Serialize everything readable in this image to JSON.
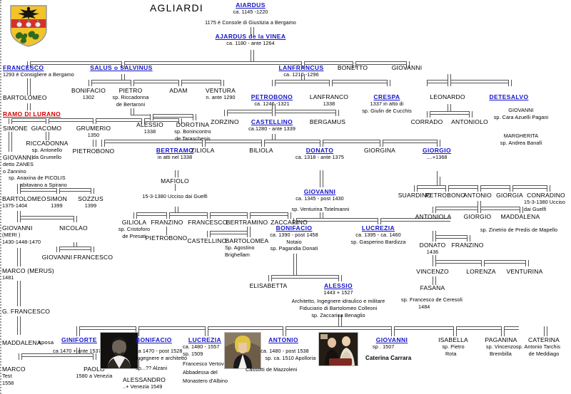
{
  "document": {
    "title": "AGLIARDI",
    "crest_alt": "agliardi-coat-of-arms",
    "colors": {
      "name_link": "#1414c8",
      "branch_label": "#d00000",
      "text": "#000000",
      "line": "#555555"
    }
  },
  "crest": {
    "field_color": "#f2c42a",
    "band_color": "#d6302a",
    "eagle_color": "#1a1a1a",
    "charge_color": "#e8e8e8",
    "vine_color": "#3a7a26",
    "name": "coat-of-arms-agliardi"
  },
  "people": [
    {
      "id": "aiardus",
      "name": "AIARDUS",
      "style": "blue",
      "lines": [
        "ca. 1145 -1220",
        "1175 è  Console di Giustizia a Bergamo"
      ]
    },
    {
      "id": "ajardus-vinea",
      "name": "AJARDUS  de la VINEA",
      "style": "blue",
      "lines": [
        "ca. 1180 - ante 1264"
      ]
    },
    {
      "id": "francesco",
      "name": "FRANCESCO",
      "style": "blue",
      "lines": [
        "1293 è Consigliere a Bergamo"
      ]
    },
    {
      "id": "bartolomeo-1",
      "name": "BARTOLOMEO",
      "style": "plain",
      "lines": []
    },
    {
      "id": "ramo-di-lurano",
      "name": "RAMO DI LURANO",
      "style": "red",
      "lines": []
    },
    {
      "id": "simone",
      "name": "SIMONE",
      "style": "plain",
      "lines": []
    },
    {
      "id": "giacomo",
      "name": "GIACOMO",
      "style": "plain",
      "lines": []
    },
    {
      "id": "riccadonna",
      "name": "RICCADONNA",
      "style": "plain",
      "lines": [
        "sp.  Antonello",
        "da Grumello"
      ]
    },
    {
      "id": "grumerio",
      "name": "GRUMERIO",
      "style": "plain",
      "lines": [
        "1350"
      ]
    },
    {
      "id": "pietrobono-1",
      "name": "PIETROBONO",
      "style": "plain",
      "lines": []
    },
    {
      "id": "giovanni-zanes",
      "name": "GIOVANNI",
      "style": "plain",
      "lines": [
        "detto ZANES",
        "o Zannino",
        "sp.  Anaxina de PICOLIS",
        "abitavano a Spirano"
      ]
    },
    {
      "id": "bartolomeo-2",
      "name": "BARTOLOMEO",
      "style": "plain",
      "lines": [
        "1375-1404"
      ]
    },
    {
      "id": "simon",
      "name": "SIMON",
      "style": "plain",
      "lines": [
        "1399"
      ]
    },
    {
      "id": "sozzus",
      "name": "SOZZUS",
      "style": "plain",
      "lines": [
        "1399"
      ]
    },
    {
      "id": "giovanni-meri",
      "name": "GIOVANNI",
      "style": "plain",
      "lines": [
        "(MERI )",
        "1430-1448-1470"
      ]
    },
    {
      "id": "nicolao",
      "name": "NICOLAO",
      "style": "plain",
      "lines": []
    },
    {
      "id": "giovanni-2",
      "name": "GIOVANNI",
      "style": "plain",
      "lines": []
    },
    {
      "id": "francesco-2",
      "name": "FRANCESCO",
      "style": "plain",
      "lines": []
    },
    {
      "id": "marco-merus",
      "name": "MARCO (MERUS)",
      "style": "plain",
      "lines": [
        "1481"
      ]
    },
    {
      "id": "g-francesco",
      "name": "G. FRANCESCO",
      "style": "plain",
      "lines": []
    },
    {
      "id": "maddalena",
      "name": "MADDALENA",
      "style": "plain",
      "lines": []
    },
    {
      "id": "marco-test",
      "name": "MARCO",
      "style": "plain",
      "lines": [
        "Test",
        "1558"
      ]
    },
    {
      "id": "paolo",
      "name": "PAOLO",
      "style": "plain",
      "lines": [
        "1580 a Venezia"
      ]
    },
    {
      "id": "salus",
      "name": "SALUS  o SALVINUS",
      "style": "blue",
      "lines": []
    },
    {
      "id": "bonifacio-1302",
      "name": "BONIFACIO",
      "style": "plain",
      "lines": [
        "1302"
      ]
    },
    {
      "id": "pietro",
      "name": "PIETRO",
      "style": "plain",
      "lines": [
        "sp.  Riccadonna",
        "de Bertaroni"
      ]
    },
    {
      "id": "adam",
      "name": "ADAM",
      "style": "plain",
      "lines": []
    },
    {
      "id": "ventura",
      "name": "VENTURA",
      "style": "plain",
      "lines": [
        "n. ante 1290"
      ]
    },
    {
      "id": "alessio-1338",
      "name": "ALESSIO",
      "style": "plain",
      "lines": [
        "1338"
      ]
    },
    {
      "id": "dorotina",
      "name": "DOROTINA",
      "style": "plain",
      "lines": [
        "sp.  Bonincontro",
        "de Taraschenis"
      ]
    },
    {
      "id": "lanfrancus",
      "name": "LANFRANCUS",
      "style": "blue",
      "lines": [
        "ca. 1210 -1296"
      ]
    },
    {
      "id": "bonetto",
      "name": "BONETTO",
      "style": "plain",
      "lines": []
    },
    {
      "id": "giovanni-3",
      "name": "GIOVANNI",
      "style": "plain",
      "lines": []
    },
    {
      "id": "petrobono",
      "name": "PETROBONO",
      "style": "blue",
      "lines": [
        "ca. 1246 -1321"
      ]
    },
    {
      "id": "lanfranco-1338",
      "name": "LANFRANCO",
      "style": "plain",
      "lines": [
        "1338"
      ]
    },
    {
      "id": "crespa",
      "name": "CRESPA",
      "style": "blue",
      "lines": [
        "1337 in atto di",
        "sp. Giulin de Cucchis"
      ]
    },
    {
      "id": "leonardo",
      "name": "LEONARDO",
      "style": "plain",
      "lines": []
    },
    {
      "id": "detesalvo",
      "name": "DETESALVO",
      "style": "blue",
      "lines": [
        "GIOVANNI",
        "sp.  Cara Azuelli Pagani",
        "MARGHERITA",
        "sp.  Andrea Banafi"
      ]
    },
    {
      "id": "corrado",
      "name": "CORRADO",
      "style": "plain",
      "lines": []
    },
    {
      "id": "antoniolo",
      "name": "ANTONIOLO",
      "style": "plain",
      "lines": []
    },
    {
      "id": "zorzino",
      "name": "ZORZINO",
      "style": "plain",
      "lines": []
    },
    {
      "id": "castellino",
      "name": "CASTELLINO",
      "style": "blue",
      "lines": [
        "ca.1280 - ante 1339"
      ]
    },
    {
      "id": "bergamus",
      "name": "BERGAMUS",
      "style": "plain",
      "lines": []
    },
    {
      "id": "bertramo",
      "name": "BERTRAMO",
      "style": "blue",
      "lines": [
        "in atti nel 1338"
      ]
    },
    {
      "id": "mafiolo",
      "name": "MAFIOLO",
      "style": "plain",
      "lines": [
        "15-3-1380 Ucciso dai Guelfi"
      ]
    },
    {
      "id": "ziliola",
      "name": "ZILIOLA",
      "style": "plain",
      "lines": []
    },
    {
      "id": "biliola",
      "name": "BILIOLA",
      "style": "plain",
      "lines": []
    },
    {
      "id": "donato",
      "name": "DONATO",
      "style": "blue",
      "lines": [
        "ca. 1318 - ante 1375"
      ]
    },
    {
      "id": "giorgina",
      "name": "GIORGINA",
      "style": "plain",
      "lines": []
    },
    {
      "id": "giorgio",
      "name": "GIORGIO",
      "style": "blue",
      "lines": [
        "....+1368"
      ]
    },
    {
      "id": "giliola",
      "name": "GILIOLA",
      "style": "plain",
      "lines": [
        "sp. Cristoforo",
        "de Presati"
      ]
    },
    {
      "id": "franzino-1",
      "name": "FRANZINO",
      "style": "plain",
      "lines": []
    },
    {
      "id": "pietrobono-2",
      "name": "PIETROBONO",
      "style": "plain",
      "lines": []
    },
    {
      "id": "francesco-3",
      "name": "FRANCESCO",
      "style": "plain",
      "lines": []
    },
    {
      "id": "bertramino",
      "name": "BERTRAMINO",
      "style": "plain",
      "lines": []
    },
    {
      "id": "zaccarino",
      "name": "ZACCARINO",
      "style": "plain",
      "lines": []
    },
    {
      "id": "castellino-2",
      "name": "CASTELLINO",
      "style": "plain",
      "lines": []
    },
    {
      "id": "bartolomea",
      "name": "BARTOLOMEA",
      "style": "plain",
      "lines": [
        "Sp. Agostino",
        "Brighellam"
      ]
    },
    {
      "id": "giovanni-main",
      "name": "GIOVANNI",
      "style": "blue",
      "lines": [
        "ca. 1345 - post 1430",
        "sp. Venturina Totelmanni"
      ]
    },
    {
      "id": "bonifacio-main",
      "name": "BONIFACIO",
      "style": "blue",
      "lines": [
        "ca. 1390 - post 1458",
        "Notaio",
        "sp. Pagandia Donati"
      ]
    },
    {
      "id": "lucrezia-main",
      "name": "LUCREZIA",
      "style": "blue",
      "lines": [
        "ca. 1395 - ca. 1460",
        "sp. Gasperino Bardizza"
      ]
    },
    {
      "id": "elisabetta",
      "name": "ELISABETTA",
      "style": "plain",
      "lines": []
    },
    {
      "id": "alessio-main",
      "name": "ALESSIO",
      "style": "blue",
      "lines": [
        "1443 + 1527",
        "Architetto, Ingegnere idraulico e militare",
        "Fiduciario di Bartolomeo Colleoni",
        "sp. Zaccarina Benaglio"
      ]
    },
    {
      "id": "suardino",
      "name": "SUARDINO",
      "style": "plain",
      "lines": []
    },
    {
      "id": "petrobono-2b",
      "name": "PETROBONO",
      "style": "plain",
      "lines": []
    },
    {
      "id": "antonio-g",
      "name": "ANTONIO",
      "style": "plain",
      "lines": []
    },
    {
      "id": "giorgia",
      "name": "GIORGIA",
      "style": "plain",
      "lines": []
    },
    {
      "id": "conradino",
      "name": "CONRADINO",
      "style": "plain",
      "lines": [
        "15-3-1380 Ucciso",
        "dai Guelfi"
      ]
    },
    {
      "id": "antoniola",
      "name": "ANTONIOLA",
      "style": "plain",
      "lines": []
    },
    {
      "id": "giorgio-2",
      "name": "GIORGIO",
      "style": "plain",
      "lines": []
    },
    {
      "id": "maddalena-2",
      "name": "MADDALENA",
      "style": "plain",
      "lines": [
        "sp. Zinetrio de Predis de Mapello"
      ]
    },
    {
      "id": "donato-1436",
      "name": "DONATO",
      "style": "plain",
      "lines": [
        "1436"
      ]
    },
    {
      "id": "franzino-2",
      "name": "FRANZINO",
      "style": "plain",
      "lines": []
    },
    {
      "id": "vincenzo",
      "name": "VINCENZO",
      "style": "plain",
      "lines": []
    },
    {
      "id": "lorenza",
      "name": "LORENZA",
      "style": "plain",
      "lines": []
    },
    {
      "id": "venturina",
      "name": "VENTURINA",
      "style": "plain",
      "lines": []
    },
    {
      "id": "fasana",
      "name": "FASANA",
      "style": "plain",
      "lines": [
        "sp. Francesco de Ceresoli",
        "1484"
      ]
    },
    {
      "id": "giniforte",
      "name": "GINIFORTE",
      "style": "blue",
      "lines": [
        "ca 1470 + ante 1537?"
      ]
    },
    {
      "id": "sposa",
      "name": "sposa",
      "style": "plainsmall",
      "lines": []
    },
    {
      "id": "bonifacio-bot",
      "name": "BONIFACIO",
      "style": "blue",
      "lines": [
        "ca 1470 - post 1528",
        "Ingegnere e architetto",
        "sp...?? Alzani"
      ]
    },
    {
      "id": "alessandro",
      "name": "ALESSANDRO",
      "style": "plain",
      "lines": [
        "..+ Venezia 1549"
      ]
    },
    {
      "id": "lucrezia-bot",
      "name": "LUCREZIA",
      "style": "blue",
      "lines": [
        "ca. 1480 -  1557",
        "sp. 1509",
        "Francesco Vertova",
        "Abbadessa del",
        "Monastero d'Albino"
      ]
    },
    {
      "id": "antonio-bot",
      "name": "ANTONIO",
      "style": "blue",
      "lines": [
        "ca. 1480 - post 1538",
        "sp.  ca. 1510 Apolloria",
        "Cassotti de Mazzoleni"
      ]
    },
    {
      "id": "giovanni-bot",
      "name": "GIOVANNI",
      "style": "blue",
      "lines": [
        "sp . 1507",
        "Caterina Carrara"
      ]
    },
    {
      "id": "isabella",
      "name": "ISABELLA",
      "style": "plain",
      "lines": [
        "sp.  Pietro",
        "Rota"
      ]
    },
    {
      "id": "paganina",
      "name": "PAGANINA",
      "style": "plain",
      "lines": [
        "sp.  Vincenzo",
        "Brembilla"
      ]
    },
    {
      "id": "caterina",
      "name": "CATERINA",
      "style": "plain",
      "lines": [
        "sp.  Antonio Tarchis",
        "de  Meddiago"
      ]
    }
  ],
  "portraits": [
    {
      "id": "portrait-bonifacio",
      "name": "portrait-bonifacio",
      "caption": "BONIFACIO"
    },
    {
      "id": "portrait-lucrezia",
      "name": "portrait-lucrezia",
      "caption": "LUCREZIA"
    },
    {
      "id": "portrait-antonio",
      "name": "portrait-antonio",
      "caption": "ANTONIO"
    }
  ]
}
